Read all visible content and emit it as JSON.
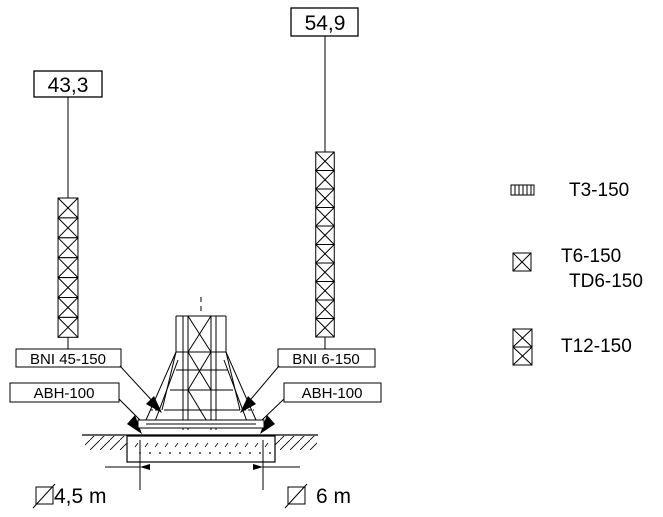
{
  "towers": {
    "left": {
      "height_label": "43,3",
      "anchor_label": "BNI 45-150",
      "base_label": "ABH-100"
    },
    "right": {
      "height_label": "54,9",
      "anchor_label": "BNI 6-150",
      "base_label": "ABH-100"
    }
  },
  "dimensions": {
    "left": "4,5 m",
    "right": "6 m"
  },
  "legend": {
    "items": [
      {
        "lines": [
          "T3-150"
        ],
        "icon": "hatched-rect-icon"
      },
      {
        "lines": [
          "T6-150",
          "TD6-150"
        ],
        "icon": "crossed-square-icon"
      },
      {
        "lines": [
          "T12-150"
        ],
        "icon": "double-crossed-square-icon"
      }
    ]
  }
}
